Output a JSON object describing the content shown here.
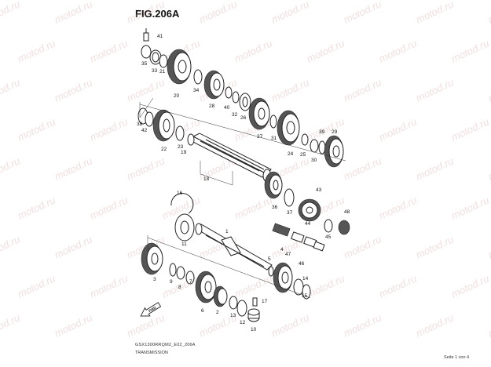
{
  "figure": {
    "title": "FIG.206A"
  },
  "footer": {
    "code": "GSX1300RRQM2_E02_206A",
    "name": "TRANSMISSION",
    "page": "Seite 1 von 4"
  },
  "watermark": {
    "text": "motod.ru",
    "color": "#d9a3a3"
  },
  "callouts": [
    "41",
    "35",
    "33",
    "21",
    "20",
    "34",
    "28",
    "40",
    "32",
    "26",
    "38",
    "42",
    "22",
    "23",
    "19",
    "27",
    "31",
    "24",
    "25",
    "30",
    "39",
    "29",
    "18",
    "36",
    "37",
    "43",
    "44",
    "45",
    "48",
    "16",
    "1",
    "11",
    "47",
    "46",
    "5",
    "4",
    "14",
    "15",
    "3",
    "9",
    "8",
    "7",
    "2",
    "6",
    "13",
    "12",
    "17",
    "10"
  ],
  "direction_marker": {
    "text": "FWD"
  }
}
